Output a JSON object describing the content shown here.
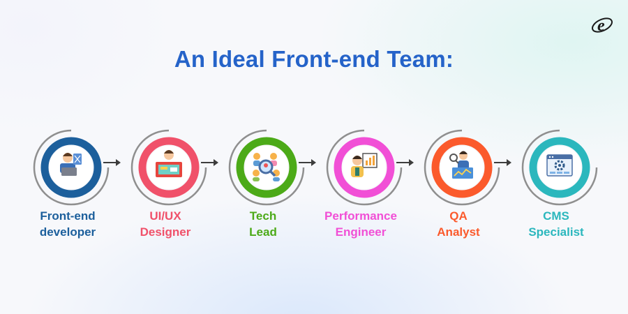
{
  "title": "An Ideal Front-end Team:",
  "logo_icon": "e-logo-icon",
  "roles": [
    {
      "line1": "Front-end",
      "line2": "developer",
      "color": "#1c5f9c",
      "icon": "developer-icon"
    },
    {
      "line1": "UI/UX",
      "line2": "Designer",
      "color": "#f0516a",
      "icon": "designer-icon"
    },
    {
      "line1": "Tech",
      "line2": "Lead",
      "color": "#4caa18",
      "icon": "team-lead-icon"
    },
    {
      "line1": "Performance",
      "line2": "Engineer",
      "color": "#f14fd6",
      "icon": "performance-engineer-icon"
    },
    {
      "line1": "QA",
      "line2": "Analyst",
      "color": "#fb5a2c",
      "icon": "qa-analyst-icon"
    },
    {
      "line1": "CMS",
      "line2": "Specialist",
      "color": "#2bb7bd",
      "icon": "cms-icon"
    }
  ]
}
